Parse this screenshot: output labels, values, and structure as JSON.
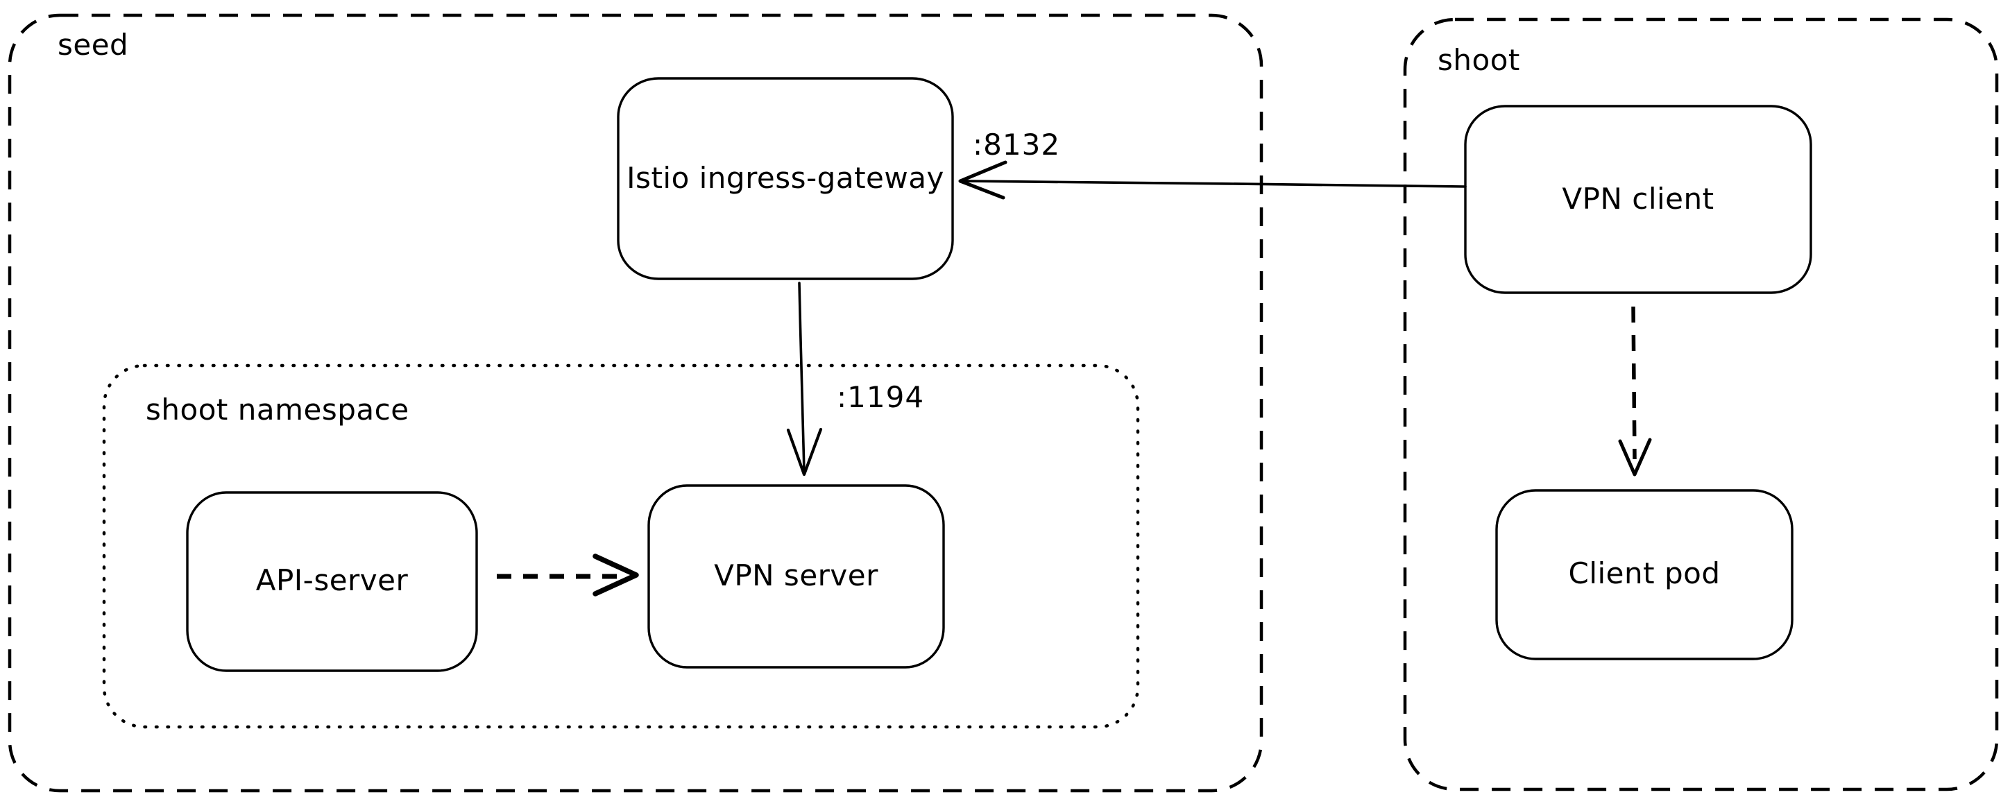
{
  "diagram": {
    "type": "architecture-diagram",
    "style": "hand-drawn",
    "colors": {
      "background": "#ffffff",
      "stroke": "#000000",
      "text": "#000000"
    },
    "containers": [
      {
        "id": "seed",
        "label": "seed",
        "border_style": "dashed"
      },
      {
        "id": "shoot-namespace",
        "label": "shoot namespace",
        "border_style": "dotted",
        "parent": "seed"
      },
      {
        "id": "shoot",
        "label": "shoot",
        "border_style": "dashed"
      }
    ],
    "nodes": [
      {
        "id": "istio-ingress-gateway",
        "label": "Istio ingress-gateway",
        "container": "seed"
      },
      {
        "id": "api-server",
        "label": "API-server",
        "container": "shoot-namespace"
      },
      {
        "id": "vpn-server",
        "label": "VPN server",
        "container": "shoot-namespace"
      },
      {
        "id": "vpn-client",
        "label": "VPN client",
        "container": "shoot"
      },
      {
        "id": "client-pod",
        "label": "Client pod",
        "container": "shoot"
      }
    ],
    "edges": [
      {
        "from": "vpn-client",
        "to": "istio-ingress-gateway",
        "style": "solid",
        "label": ":8132"
      },
      {
        "from": "istio-ingress-gateway",
        "to": "vpn-server",
        "style": "solid",
        "label": ":1194"
      },
      {
        "from": "api-server",
        "to": "vpn-server",
        "style": "dashed",
        "label": ""
      },
      {
        "from": "vpn-client",
        "to": "client-pod",
        "style": "dashed",
        "label": ""
      }
    ]
  }
}
